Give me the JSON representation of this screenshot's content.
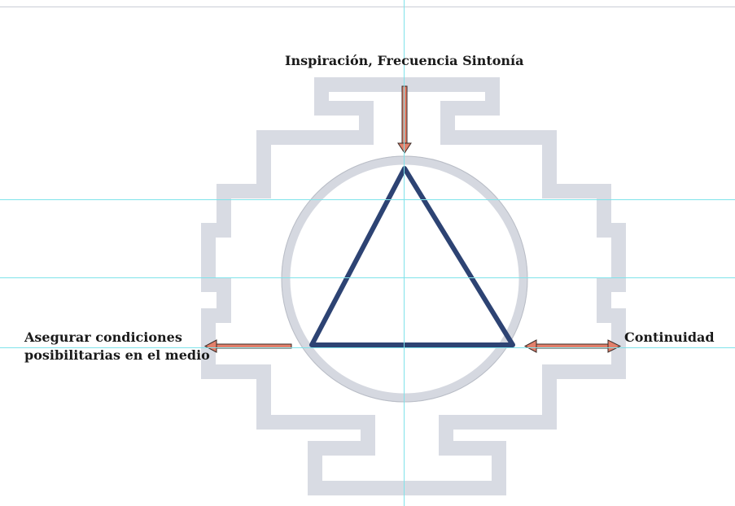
{
  "diagram": {
    "labels": {
      "top": "Inspiración, Frecuencia Sintonía",
      "left_line1": "Asegurar condiciones",
      "left_line2": "posibilitarias en el medio",
      "right": "Continuidad"
    },
    "colors": {
      "chakana": "#d8dbe3",
      "circle": "#d5d8e0",
      "triangle": "#2d4373",
      "arrow_fill": "#e2806b",
      "guides": "#7fe3ea"
    },
    "icons": [
      "chakana-cross-icon",
      "circle-icon",
      "triangle-icon",
      "arrow-down-icon",
      "arrow-left-icon",
      "arrow-double-icon"
    ]
  }
}
